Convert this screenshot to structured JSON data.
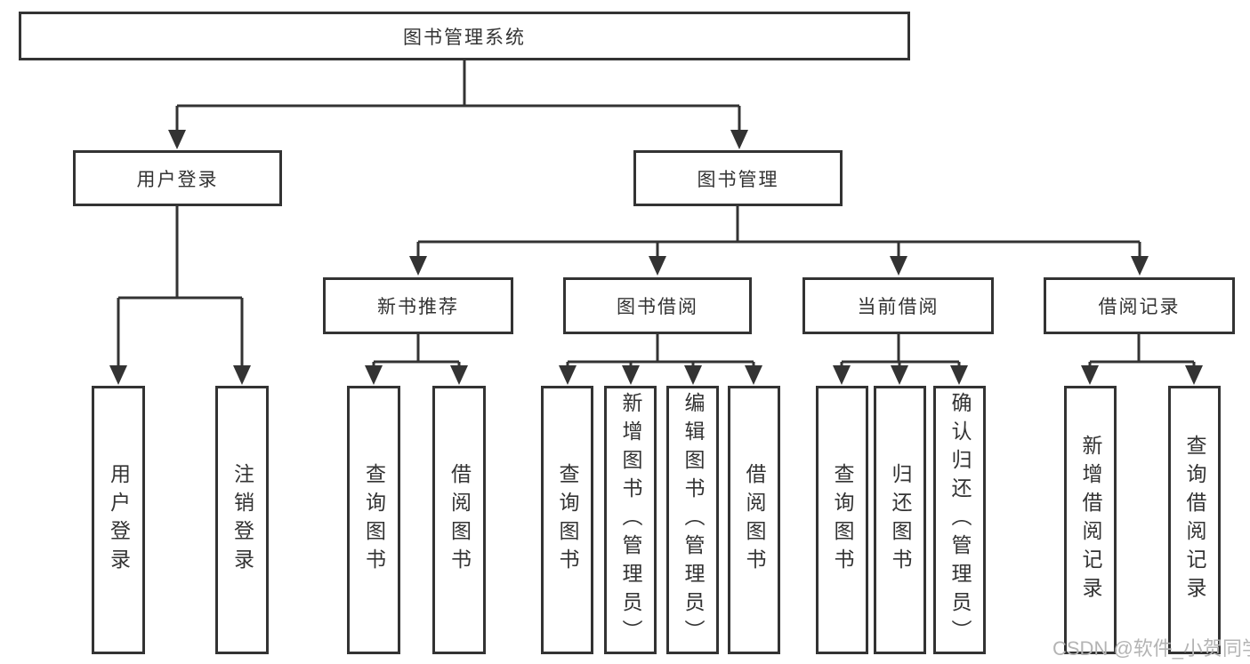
{
  "tree": {
    "root": "图书管理系统",
    "user_login": {
      "label": "用户登录",
      "children": [
        "用户登录",
        "注销登录"
      ]
    },
    "book_management": {
      "label": "图书管理",
      "modules": [
        {
          "label": "新书推荐",
          "children": [
            "查询图书",
            "借阅图书"
          ]
        },
        {
          "label": "图书借阅",
          "children": [
            "查询图书",
            "新增图书（管理员）",
            "编辑图书（管理员）",
            "借阅图书"
          ]
        },
        {
          "label": "当前借阅",
          "children": [
            "查询图书",
            "归还图书",
            "确认归还（管理员）"
          ]
        },
        {
          "label": "借阅记录",
          "children": [
            "新增借阅记录",
            "查询借阅记录"
          ]
        }
      ]
    }
  },
  "colors": {
    "line": "#333333",
    "watermark": "#b4b4b4"
  },
  "watermark": "CSDN @软件_小贺同学"
}
